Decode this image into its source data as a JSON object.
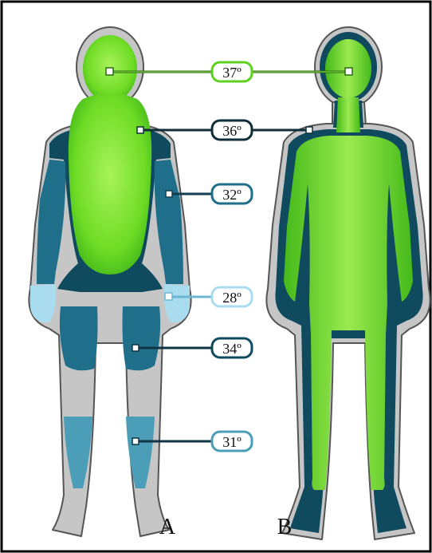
{
  "figure_labels": {
    "left": "A",
    "right": "B"
  },
  "temperatures": {
    "core": "37º",
    "upper_trunk": "36º",
    "arm": "32º",
    "hand": "28º",
    "thigh": "34º",
    "lower_leg": "31º"
  },
  "colors": {
    "core_green": "#5cd11f",
    "core_glow": "#a8f25a",
    "dark_teal": "#0f4a5e",
    "mid_teal": "#1f6f8b",
    "light_teal": "#4b9db8",
    "pale_blue": "#a9dcef",
    "skin_grey": "#c6c6c6",
    "outline": "#444444",
    "frame": "#000000"
  }
}
